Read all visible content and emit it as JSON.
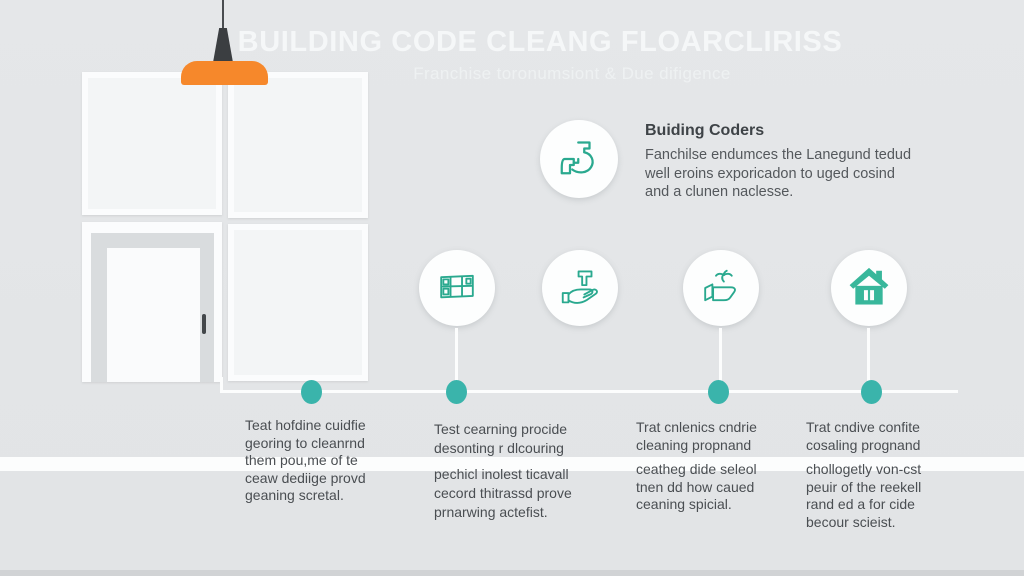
{
  "colors": {
    "background": "#e3e5e7",
    "accent_teal": "#2aa98f",
    "dot_teal": "#3ab4ab",
    "house_teal": "#38b79b",
    "lamp_orange": "#f6882b",
    "title_white": "#f5f7f8",
    "note_text": "#4a4e52"
  },
  "header": {
    "title": "BUILDING CODE CLEANG FLOARCLIRISS",
    "subtitle": "Franchise toronumsiont & Due difigence"
  },
  "feature": {
    "icon": "faucet-icon",
    "heading": "Buiding Coders",
    "body": [
      "Fanchilse endumces the Lanegund tedud",
      "well eroins exporicadon to uged cosind",
      "and a clunen naclesse."
    ]
  },
  "steps": [
    {
      "icon": "building-windows-icon"
    },
    {
      "icon": "hand-holding-key-icon"
    },
    {
      "icon": "dustpan-sprout-icon"
    },
    {
      "icon": "house-icon"
    }
  ],
  "notes": [
    {
      "para1": [
        "Teat hofdine cuidfie",
        "georing to cleanrnd",
        "them pou,me of te",
        "ceaw dediige provd",
        "geaning scretal."
      ],
      "para2": []
    },
    {
      "para1": [
        "Test cearning procide",
        "desonting r dlcouring"
      ],
      "para2": [
        "pechicl inolest ticavall",
        "cecord thitrassd prove",
        "prnarwing actefist."
      ]
    },
    {
      "para1": [
        "Trat cnlenics cndrie",
        "cleaning propnand"
      ],
      "para2": [
        "ceatheg dide seleol",
        "tnen dd how caued",
        "ceaning spicial."
      ]
    },
    {
      "para1": [
        "Trat cndive confite",
        "cosaling prognand"
      ],
      "para2": [
        "chollogetly von-cst",
        "peuir of the reekell",
        "rand ed a for cide",
        "becour scieist."
      ]
    }
  ]
}
